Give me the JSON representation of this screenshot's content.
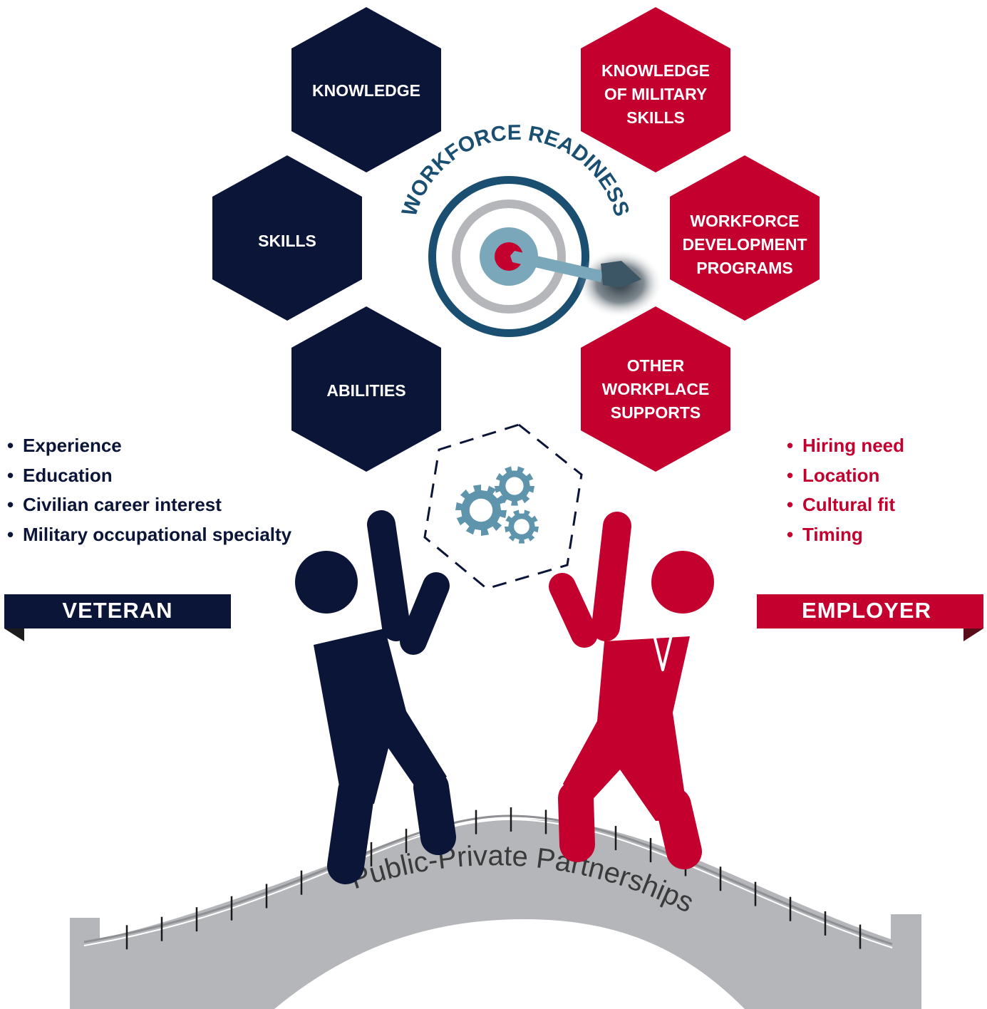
{
  "colors": {
    "navy": "#0b1538",
    "red": "#c4002f",
    "gray": "#b5b6ba",
    "target_blue": "#1a4f72",
    "target_light": "#7ba7bb",
    "gear": "#5f94ad"
  },
  "title": "WORKFORCE READINESS",
  "veteran_hexagons": [
    {
      "lines": [
        "KNOWLEDGE"
      ]
    },
    {
      "lines": [
        "SKILLS"
      ]
    },
    {
      "lines": [
        "ABILITIES"
      ]
    }
  ],
  "employer_hexagons": [
    {
      "lines": [
        "KNOWLEDGE",
        "OF MILITARY",
        "SKILLS"
      ]
    },
    {
      "lines": [
        "WORKFORCE",
        "DEVELOPMENT",
        "PROGRAMS"
      ]
    },
    {
      "lines": [
        "OTHER",
        "WORKPLACE",
        "SUPPORTS"
      ]
    }
  ],
  "veteran_list": [
    "Experience",
    "Education",
    "Civilian career interest",
    "Military occupational specialty"
  ],
  "employer_list": [
    "Hiring need",
    "Location",
    "Cultural fit",
    "Timing"
  ],
  "veteran_banner": "VETERAN",
  "employer_banner": "EMPLOYER",
  "bridge_label": "Public-Private Partnerships",
  "icons": {
    "target": "target-icon",
    "gears": "gears-icon",
    "veteran_figure": "veteran-figure-icon",
    "employer_figure": "employer-figure-icon"
  }
}
